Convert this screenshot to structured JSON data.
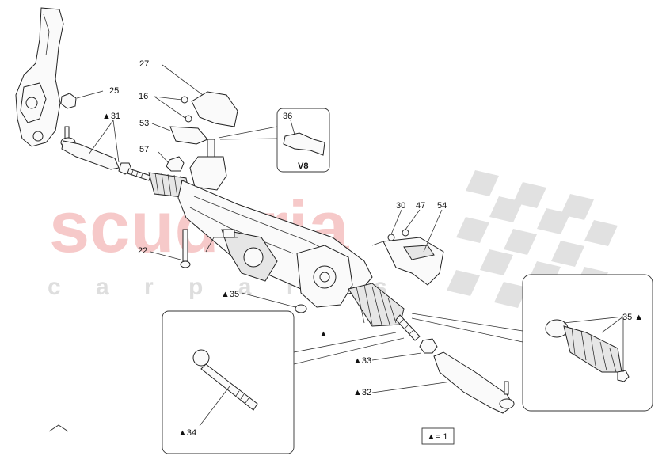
{
  "watermark": {
    "main": "scuderia",
    "sub": "c a r   p a r t s",
    "color": "#f3b7b7",
    "checker_color": "#dcdcdc"
  },
  "callouts": {
    "c25": "25",
    "c27": "27",
    "c16": "16",
    "c53": "53",
    "c57": "57",
    "c31": "▲31",
    "c22": "22",
    "c36": "36",
    "v8": "V8",
    "c30": "30",
    "c47": "47",
    "c54": "54",
    "c35a": "▲35",
    "c35b": "35 ▲",
    "c33": "▲33",
    "c32": "▲32",
    "c34": "▲34",
    "triangle": "▲"
  },
  "legend": {
    "text": "▲= 1"
  },
  "nav": {
    "up_icon": "chevron-up-icon"
  }
}
